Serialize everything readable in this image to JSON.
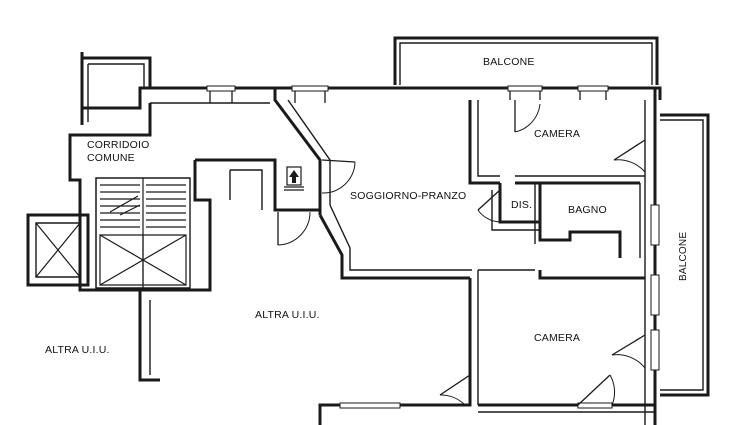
{
  "labels": {
    "balcone_top": "BALCONE",
    "balcone_right": "BALCONE",
    "corridoio_line1": "CORRIDOIO",
    "corridoio_line2": "COMUNE",
    "camera_top": "CAMERA",
    "soggiorno": "SOGGIORNO-PRANZO",
    "dis": "DIS.",
    "bagno": "BAGNO",
    "camera_bottom": "CAMERA",
    "altra_center": "ALTRA U.I.U.",
    "altra_left": "ALTRA U.I.U."
  },
  "icons": {
    "entrance": "entrance-arrow-icon"
  }
}
